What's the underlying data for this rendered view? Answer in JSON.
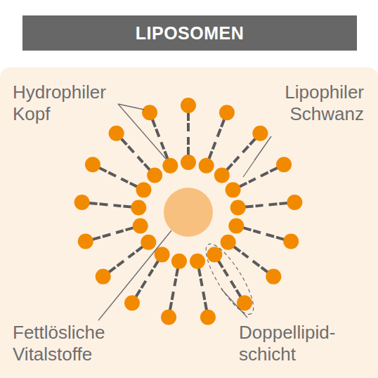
{
  "diagram": {
    "title": "LIPOSOMEN",
    "labels": [
      "Hydrophiler Kopf",
      "Lipophiler Schwanz",
      "Fettlösliche Vitalstoffe",
      "Doppellipid- schicht"
    ]
  }
}
